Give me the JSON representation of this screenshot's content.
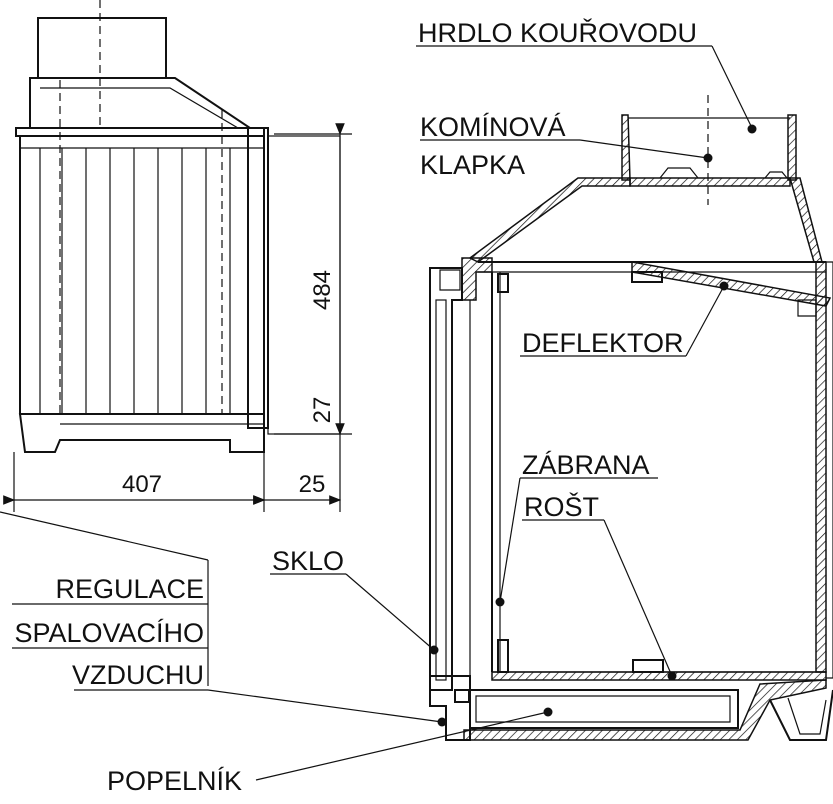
{
  "labels": {
    "hrdlo": "HRDLO KOUŘOVODU",
    "kominova": "KOMÍNOVÁ",
    "klapka": "KLAPKA",
    "deflektor": "DEFLEKTOR",
    "zabrana": "ZÁBRANA",
    "rost": "ROŠT",
    "sklo": "SKLO",
    "regulace": "REGULACE",
    "spalovaciho": "SPALOVACÍHO",
    "vzduchu": "VZDUCHU",
    "popelnik": "POPELNÍK"
  },
  "dimensions": {
    "height": "484",
    "base": "27",
    "depth_front": "25",
    "width": "407"
  }
}
